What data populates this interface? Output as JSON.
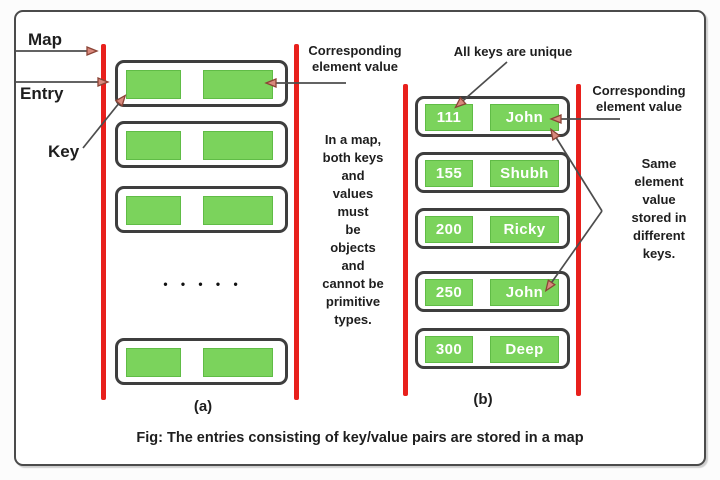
{
  "figure": {
    "caption": "Fig: The entries consisting of key/value pairs are stored in a map",
    "colors": {
      "cell_green": "#7bd35c",
      "bracket_red": "#e8201c",
      "arrowhead_fill": "#d9897d",
      "arrowhead_stroke": "#8b4436",
      "box_border": "#3e3e3e"
    }
  },
  "diagram_a": {
    "label": "(a)",
    "map_label": "Map",
    "entry_label": "Entry",
    "key_label": "Key",
    "corresponding_label": {
      "line1": "Corresponding",
      "line2": "element value"
    },
    "ellipsis": "• • • • •"
  },
  "middle_note": {
    "lines": [
      "In a map,",
      "both keys",
      "and",
      "values",
      "must",
      "be",
      "objects",
      "and",
      "cannot be",
      "primitive",
      "types."
    ]
  },
  "diagram_b": {
    "label": "(b)",
    "all_keys_label": "All keys are unique",
    "corresponding_label": {
      "line1": "Corresponding",
      "line2": "element value"
    },
    "same_value_note_lines": [
      "Same",
      "element",
      "value",
      "stored in",
      "different",
      "keys."
    ],
    "entries": [
      {
        "key": "111",
        "value": "John"
      },
      {
        "key": "155",
        "value": "Shubh"
      },
      {
        "key": "200",
        "value": "Ricky"
      },
      {
        "key": "250",
        "value": "John"
      },
      {
        "key": "300",
        "value": "Deep"
      }
    ]
  }
}
